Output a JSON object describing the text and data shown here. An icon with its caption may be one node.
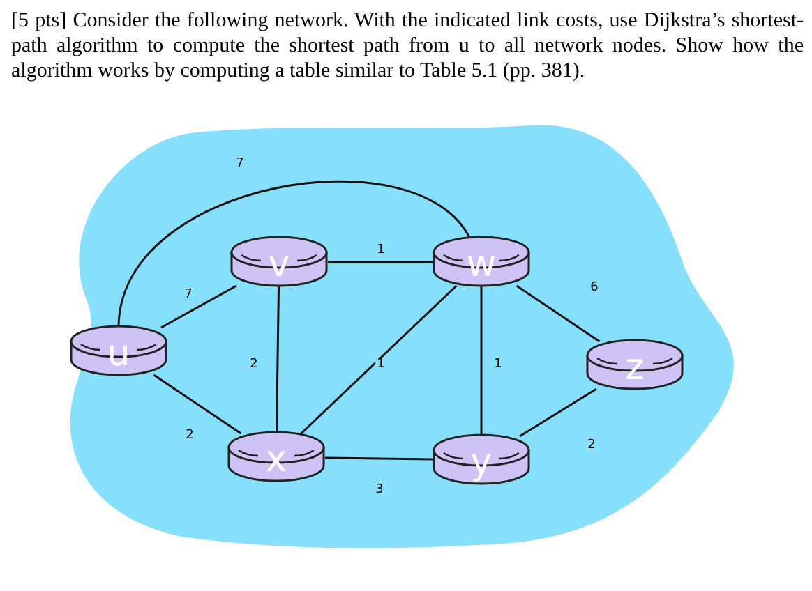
{
  "diagram": {
    "title": "[5 pts] Consider the following network. With the indicated link costs, use Dijkstra’s shortest-path algorithm to compute the shortest path from u to all network nodes. Show how the algorithm works by computing a table similar to Table 5.1 (pp. 381).",
    "nodes": [
      {
        "text": [
          "v"
        ]
      },
      {
        "text": [
          "w"
        ]
      },
      {
        "text": [
          "u"
        ]
      },
      {
        "text": [
          "z"
        ]
      },
      {
        "text": [
          "x"
        ]
      },
      {
        "text": [
          "y"
        ]
      }
    ],
    "edges": [
      {
        "from": 2,
        "to": 1,
        "arrow": "none",
        "label": "7"
      },
      {
        "from": 2,
        "to": 0,
        "arrow": "none",
        "label": "7"
      },
      {
        "from": 0,
        "to": 1,
        "arrow": "none",
        "label": "1"
      },
      {
        "from": 1,
        "to": 3,
        "arrow": "none",
        "label": "6"
      },
      {
        "from": 0,
        "to": 4,
        "arrow": "none",
        "label": "2"
      },
      {
        "from": 4,
        "to": 1,
        "arrow": "none",
        "label": "1"
      },
      {
        "from": 1,
        "to": 5,
        "arrow": "none",
        "label": "1"
      },
      {
        "from": 2,
        "to": 4,
        "arrow": "none",
        "label": "2"
      },
      {
        "from": 5,
        "to": 3,
        "arrow": "none",
        "label": "2"
      },
      {
        "from": 4,
        "to": 5,
        "arrow": "none",
        "label": "3"
      }
    ]
  }
}
